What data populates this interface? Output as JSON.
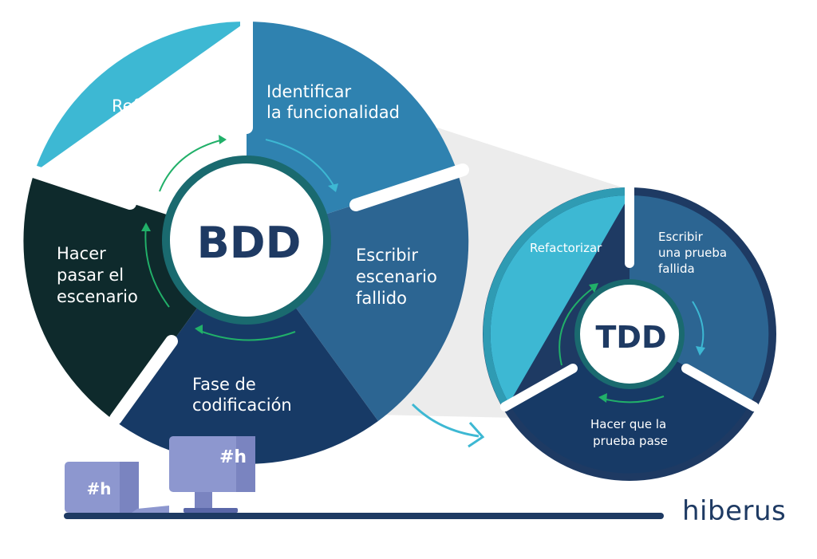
{
  "bdd": {
    "center": "BDD",
    "steps": [
      {
        "lines": [
          "Identificar",
          "la funcionalidad"
        ]
      },
      {
        "lines": [
          "Escribir",
          "escenario",
          "fallido"
        ]
      },
      {
        "lines": [
          "Fase de",
          "codificación"
        ]
      },
      {
        "lines": [
          "Hacer",
          "pasar el",
          "escenario"
        ]
      },
      {
        "lines": [
          "Refactorizar"
        ]
      }
    ]
  },
  "tdd": {
    "center": "TDD",
    "steps": [
      {
        "lines": [
          "Escribir",
          "una prueba",
          "fallida"
        ]
      },
      {
        "lines": [
          "Hacer que la",
          "prueba pase"
        ]
      },
      {
        "lines": [
          "Refactorizar"
        ]
      }
    ]
  },
  "brand": {
    "name": "hiberus",
    "device_glyph": "#h"
  },
  "colors": {
    "light_cyan": "#3db8d3",
    "mid_blue": "#2f82b0",
    "steel_blue": "#2c6592",
    "navy": "#173a66",
    "dark_teal": "#0e2a2c",
    "hub_ring": "#1a6a6f",
    "arrow_green": "#21b069",
    "arrow_cyan": "#3db8d3",
    "device_lilac": "#8d97cf",
    "ground": "#1e3a63"
  }
}
